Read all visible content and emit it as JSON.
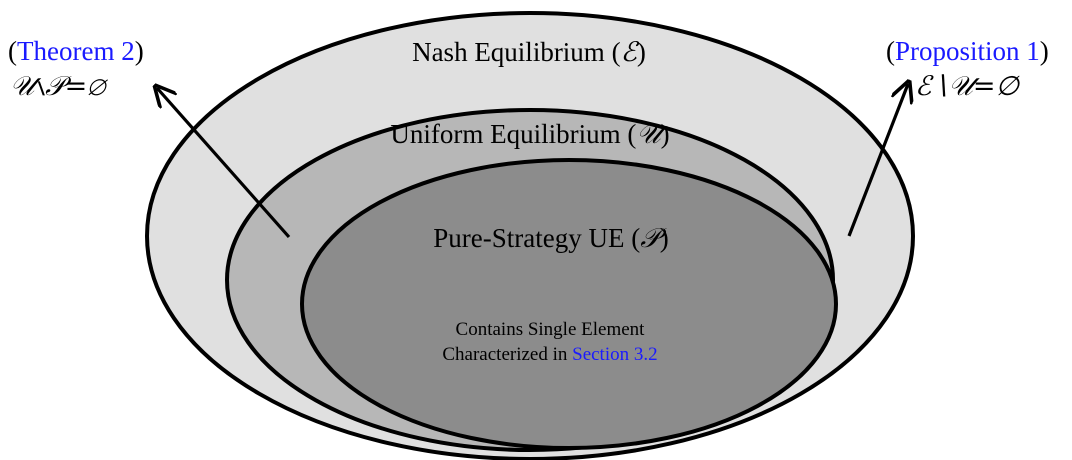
{
  "colors": {
    "outer_fill": "#e0e0e0",
    "middle_fill": "#b7b7b7",
    "inner_fill": "#8c8c8c",
    "stroke": "#000000",
    "link": "#1a1aff"
  },
  "sets": {
    "nash": {
      "name": "Nash Equilibrium",
      "symbol": "ℰ"
    },
    "uniform": {
      "name": "Uniform Equilibrium",
      "symbol": "𝒰"
    },
    "pure": {
      "name": "Pure-Strategy UE",
      "symbol": "𝒫"
    }
  },
  "inner_note": {
    "line1": "Contains Single Element",
    "line2_prefix": "Characterized in ",
    "line2_link": "Section 3.2"
  },
  "left_annotation": {
    "open_paren": "(",
    "ref": "Theorem 2",
    "close_paren": ")",
    "formula": "𝒰∖𝒫=∅"
  },
  "right_annotation": {
    "open_paren": "(",
    "ref": "Proposition 1",
    "close_paren": ")",
    "formula": "ℰ∖𝒰=∅"
  }
}
